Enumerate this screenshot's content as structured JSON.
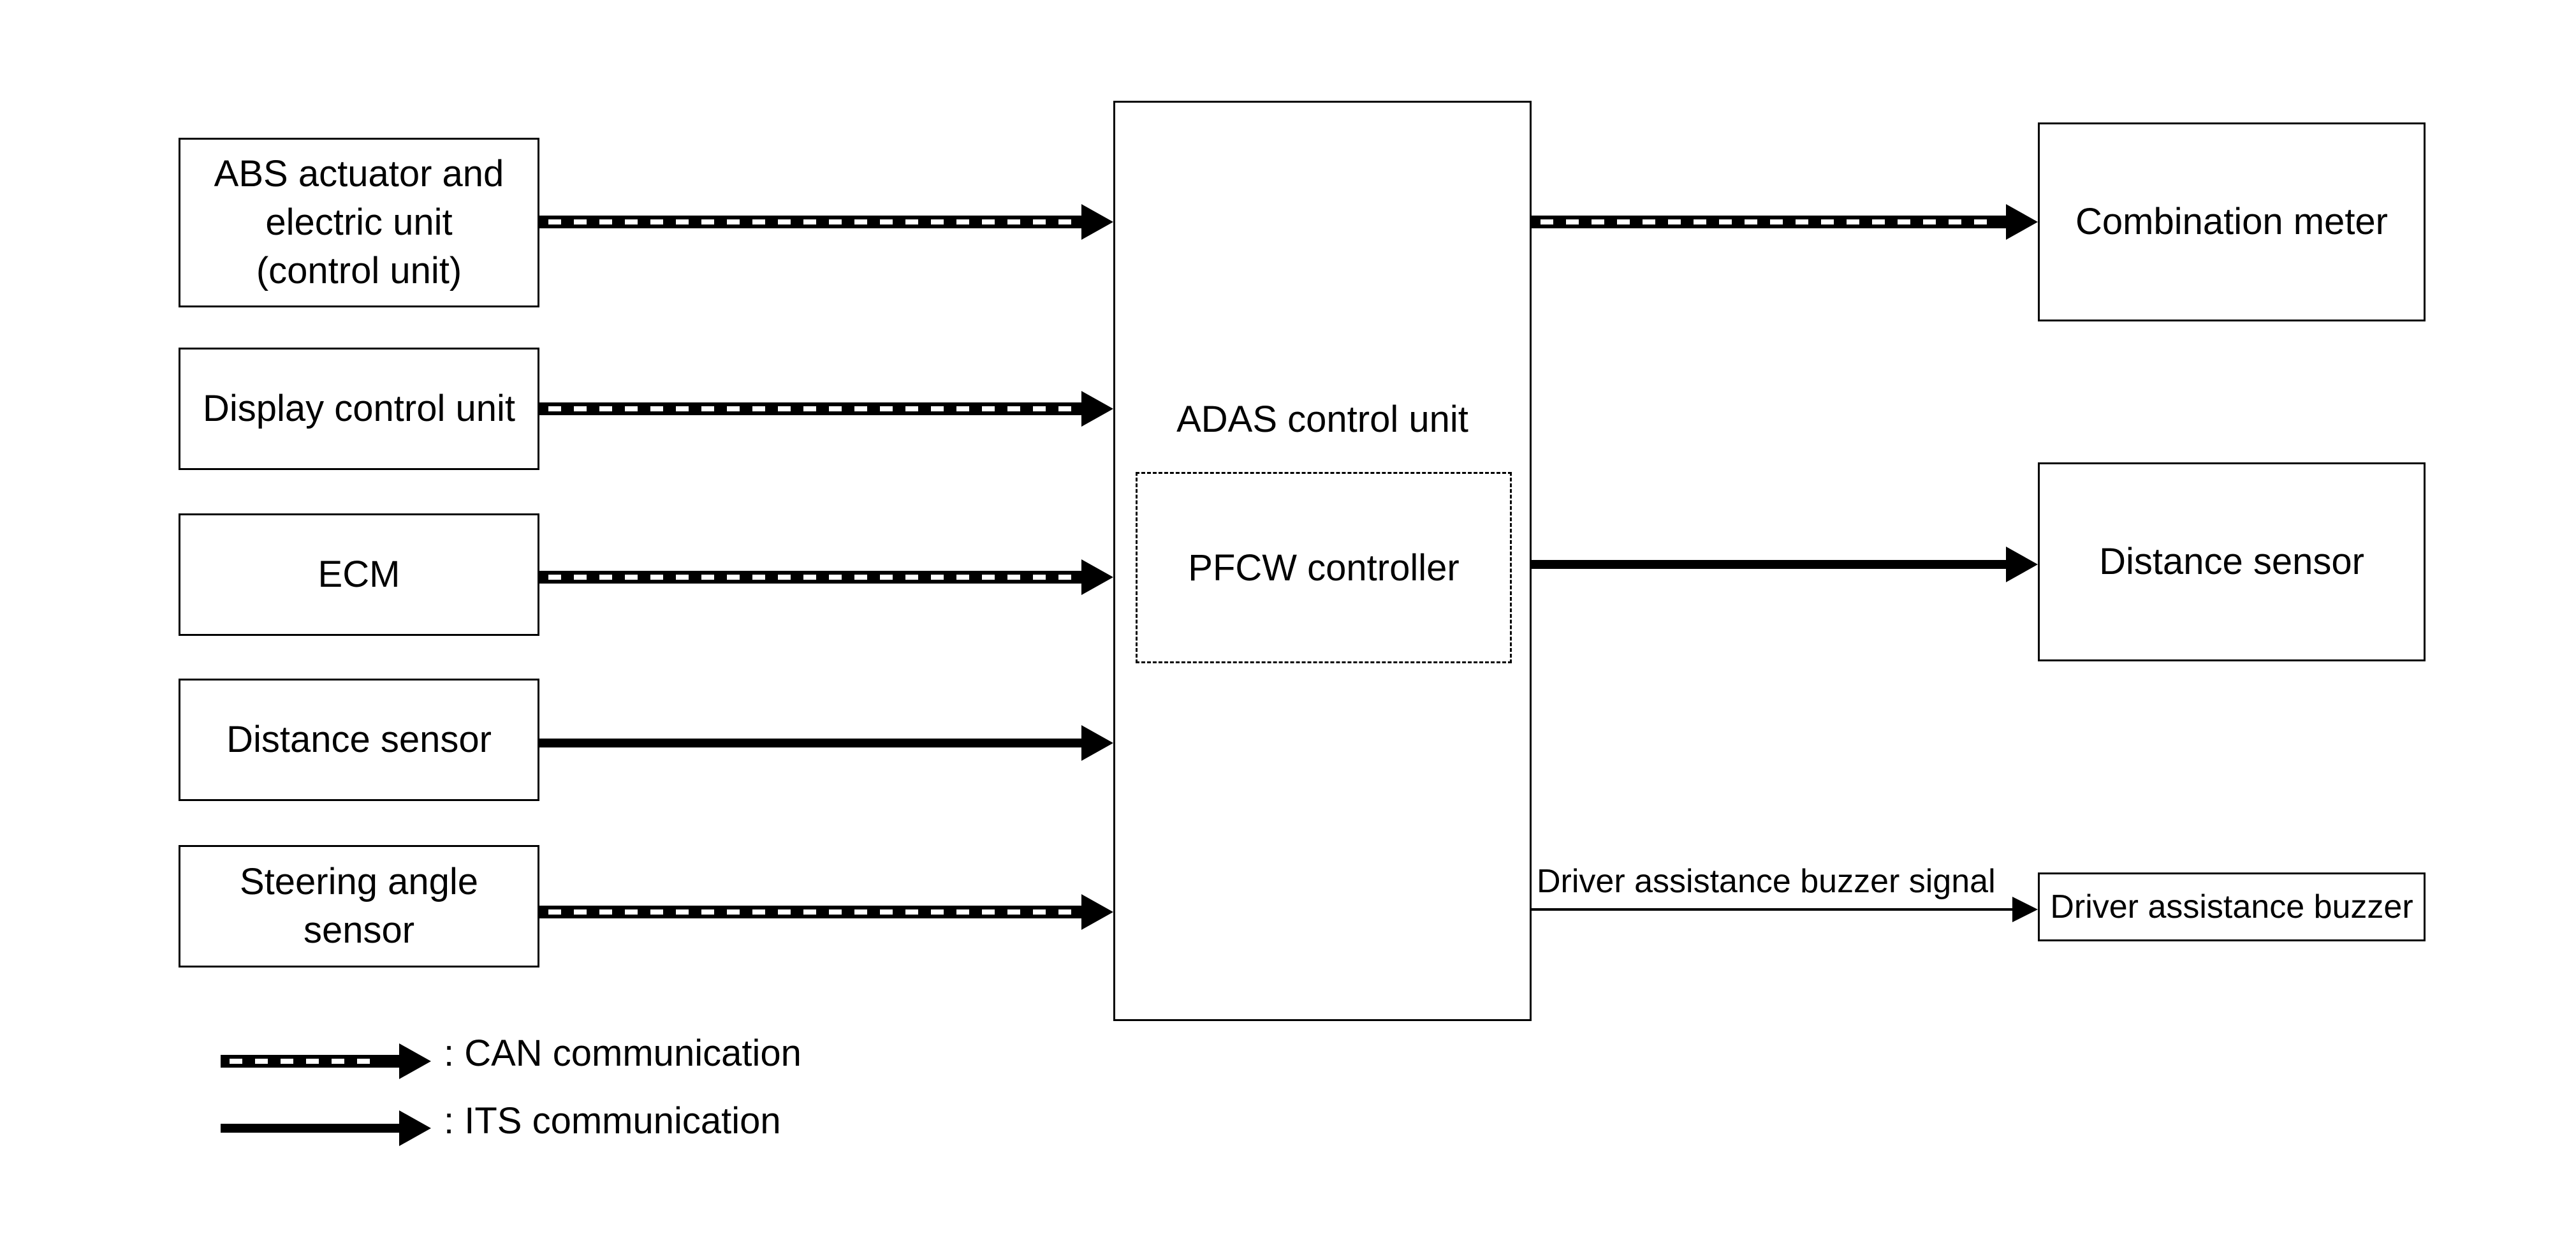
{
  "inputs": [
    {
      "id": "abs",
      "label": "ABS actuator and\nelectric unit\n(control unit)",
      "link": "CAN"
    },
    {
      "id": "display",
      "label": "Display control unit",
      "link": "CAN"
    },
    {
      "id": "ecm",
      "label": "ECM",
      "link": "CAN"
    },
    {
      "id": "distance_in",
      "label": "Distance sensor",
      "link": "ITS"
    },
    {
      "id": "steering",
      "label": "Steering angle\nsensor",
      "link": "CAN"
    }
  ],
  "central": {
    "title": "ADAS control unit",
    "sub": "PFCW controller"
  },
  "outputs": [
    {
      "id": "meter",
      "label": "Combination meter",
      "link": "CAN"
    },
    {
      "id": "distance_out",
      "label": "Distance sensor",
      "link": "ITS"
    },
    {
      "id": "buzzer",
      "label": "Driver assistance buzzer",
      "link": "signal",
      "signal_label": "Driver assistance buzzer signal"
    }
  ],
  "legend": {
    "can": ": CAN communication",
    "its": ": ITS communication"
  }
}
